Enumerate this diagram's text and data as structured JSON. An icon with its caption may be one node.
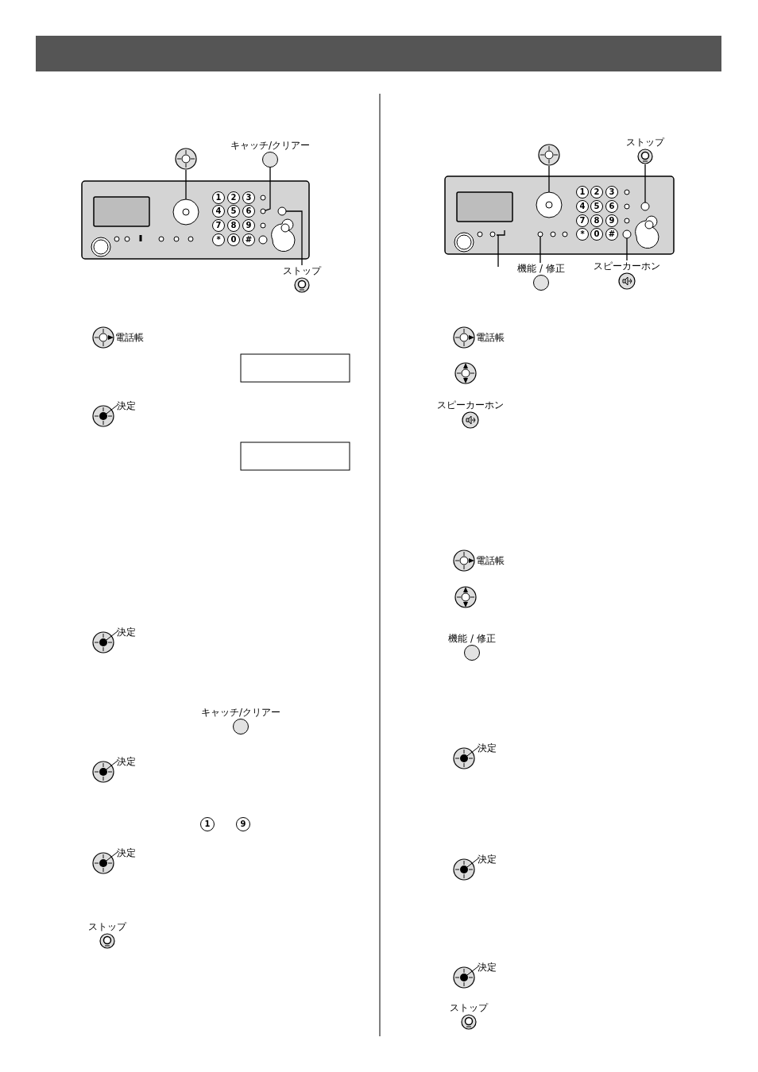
{
  "diagram": {
    "nodes": [
      {
        "text": [],
        "shape": "circle"
      },
      {
        "text": [
          "キャッチ/クリアー"
        ]
      },
      {
        "text": [
          "ストップ"
        ]
      },
      {
        "text": [],
        "shape": "circle"
      },
      {
        "text": [
          "ストップ"
        ]
      },
      {
        "text": [
          "機能 / 修正"
        ]
      },
      {
        "text": [
          "スピーカーホン"
        ]
      },
      {
        "text": [],
        "shape": "circle"
      },
      {
        "text": [],
        "shape": "circle"
      },
      {
        "text": [],
        "shape": "circle"
      },
      {
        "text": [],
        "shape": "circle"
      },
      {
        "text": [],
        "shape": "circle"
      },
      {
        "text": [],
        "shape": "circle"
      },
      {
        "text": [],
        "shape": "circle"
      },
      {
        "text": [],
        "shape": "box"
      },
      {
        "text": [],
        "shape": "box"
      },
      {
        "text": [
          "キャッチ/クリアー"
        ]
      },
      {
        "text": [
          "ストップ"
        ]
      },
      {
        "text": [
          "スピーカーホン"
        ]
      },
      {
        "text": [
          "機能 / 修正"
        ]
      },
      {
        "text": [
          "ストップ"
        ]
      }
    ],
    "edges": [
      {
        "from": 0,
        "to": 7,
        "arrow": "none"
      },
      {
        "from": 1,
        "to": 8,
        "arrow": "none"
      },
      {
        "from": 2,
        "to": 9,
        "arrow": "none"
      },
      {
        "from": 3,
        "to": 10,
        "arrow": "none"
      },
      {
        "from": 4,
        "to": 11,
        "arrow": "none"
      },
      {
        "from": 5,
        "to": 12,
        "arrow": "none"
      },
      {
        "from": 6,
        "to": 13,
        "arrow": "none"
      }
    ],
    "labels": [
      "1",
      "2",
      "3",
      "4",
      "5",
      "6",
      "7",
      "8",
      "9",
      "*",
      "0",
      "#",
      "電話帳",
      "決定",
      "決定",
      "決定",
      "1",
      "9",
      "決定",
      "1",
      "2",
      "3",
      "4",
      "5",
      "6",
      "7",
      "8",
      "9",
      "*",
      "0",
      "#",
      "電話帳",
      "電話帳",
      "決定",
      "決定",
      "決定"
    ]
  }
}
